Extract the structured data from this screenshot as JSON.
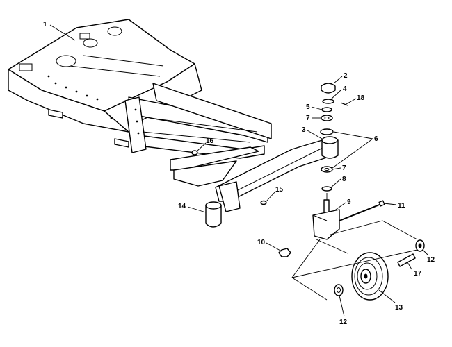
{
  "callouts": {
    "c1": "1",
    "c2": "2",
    "c3": "3",
    "c4": "4",
    "c5": "5",
    "c6": "6",
    "c7a": "7",
    "c7b": "7",
    "c8": "8",
    "c9": "9",
    "c10": "10",
    "c11": "11",
    "c12a": "12",
    "c12b": "12",
    "c13": "13",
    "c14": "14",
    "c15": "15",
    "c16": "16",
    "c17": "17",
    "c18": "18"
  }
}
